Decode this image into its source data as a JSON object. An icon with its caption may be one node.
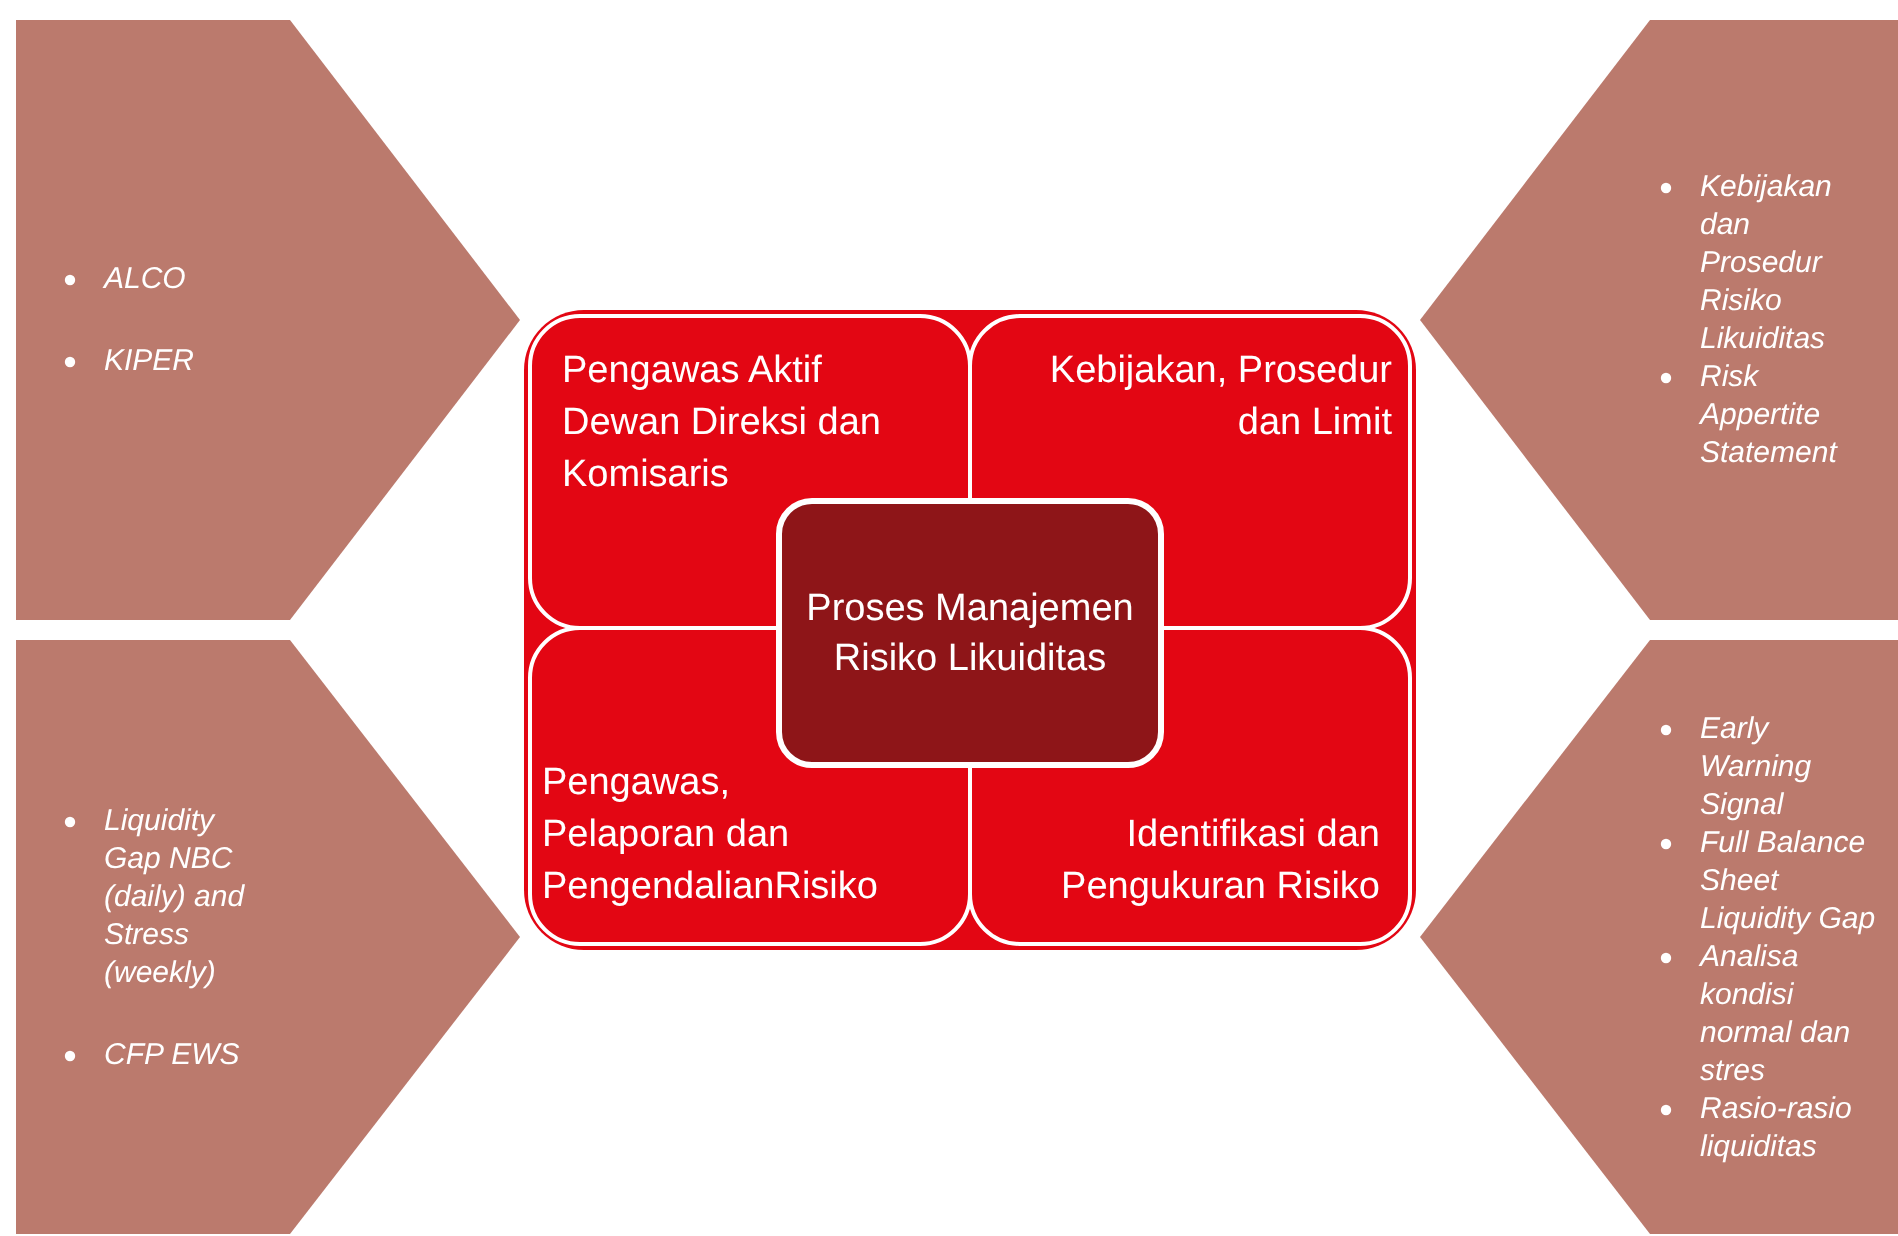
{
  "diagram": {
    "nodes": [
      {
        "text": [
          "ALCO",
          "KIPER"
        ]
      },
      {
        "text": [
          "Pengawas Aktif Dewan Direksi dan Komisaris"
        ]
      },
      {
        "text": [
          "Kebijakan, Prosedur dan Limit"
        ]
      },
      {
        "text": [
          "Kebijakan dan Prosedur Risiko Likuiditas",
          "Risk Appertite Statement"
        ]
      },
      {
        "text": [
          "Proses Manajemen Risiko Likuiditas"
        ]
      },
      {
        "text": [
          "Liquidity Gap NBC (daily) and Stress (weekly)",
          "CFP EWS"
        ]
      },
      {
        "text": [
          "Pengawas, Pelaporan dan PengendalianRisiko"
        ]
      },
      {
        "text": [
          "Identifikasi dan Pengukuran Risiko"
        ]
      },
      {
        "text": [
          "Early Warning Signal",
          "Full Balance Sheet Liquidity Gap",
          "Analisa kondisi normal dan stres",
          "Rasio-rasio liquiditas"
        ]
      }
    ],
    "edges": []
  }
}
